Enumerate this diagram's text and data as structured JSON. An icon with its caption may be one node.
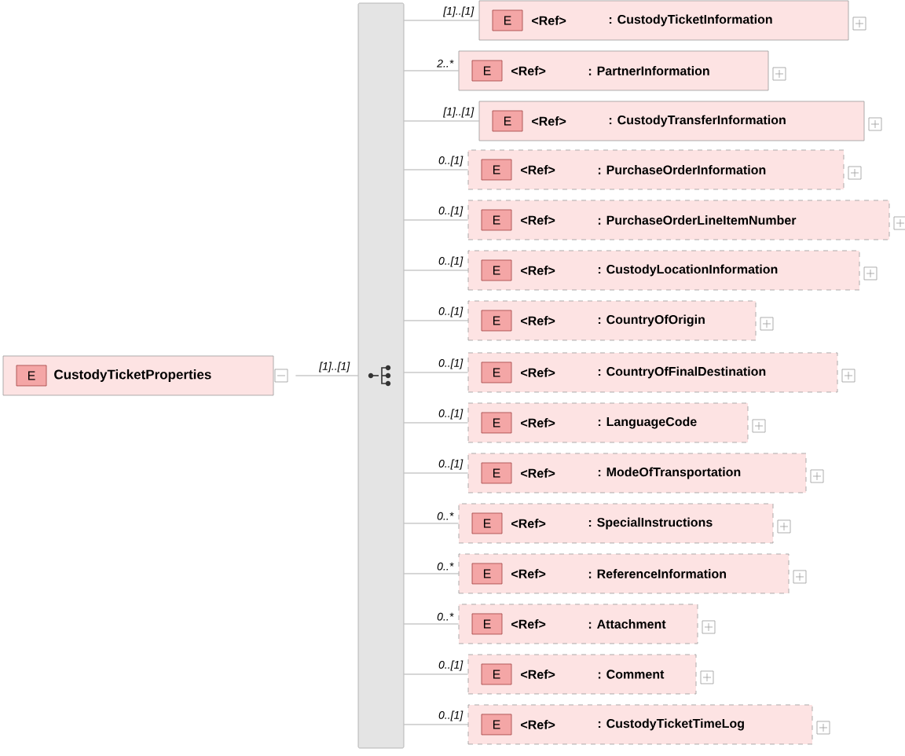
{
  "diagram": {
    "nodes": [
      {
        "text": [
          "E",
          "CustodyTicketProperties"
        ]
      },
      {
        "text": [],
        "shape": "bar"
      },
      {
        "text": [
          "E",
          "<Ref>",
          ": CustodyTicketInformation"
        ]
      },
      {
        "text": [
          "E",
          "<Ref>",
          ": PartnerInformation"
        ]
      },
      {
        "text": [
          "E",
          "<Ref>",
          ": CustodyTransferInformation"
        ]
      },
      {
        "text": [
          "E",
          "<Ref>",
          ": PurchaseOrderInformation"
        ]
      },
      {
        "text": [
          "E",
          "<Ref>",
          ": PurchaseOrderLineItemNumber"
        ]
      },
      {
        "text": [
          "E",
          "<Ref>",
          ": CustodyLocationInformation"
        ]
      },
      {
        "text": [
          "E",
          "<Ref>",
          ": CountryOfOrigin"
        ]
      },
      {
        "text": [
          "E",
          "<Ref>",
          ": CountryOfFinalDestination"
        ]
      },
      {
        "text": [
          "E",
          "<Ref>",
          ": LanguageCode"
        ]
      },
      {
        "text": [
          "E",
          "<Ref>",
          ": ModeOfTransportation"
        ]
      },
      {
        "text": [
          "E",
          "<Ref>",
          ": SpecialInstructions"
        ]
      },
      {
        "text": [
          "E",
          "<Ref>",
          ": ReferenceInformation"
        ]
      },
      {
        "text": [
          "E",
          "<Ref>",
          ": Attachment"
        ]
      },
      {
        "text": [
          "E",
          "<Ref>",
          ": Comment"
        ]
      },
      {
        "text": [
          "E",
          "<Ref>",
          ": CustodyTicketTimeLog"
        ]
      }
    ],
    "edges": [
      {
        "from": 0,
        "to": 1,
        "arrow": "none",
        "label": "[1]..[1]"
      },
      {
        "from": 1,
        "to": 2,
        "arrow": "none",
        "label": "[1]..[1]"
      },
      {
        "from": 1,
        "to": 3,
        "arrow": "none",
        "label": "2..*"
      },
      {
        "from": 1,
        "to": 4,
        "arrow": "none",
        "label": "[1]..[1]"
      },
      {
        "from": 1,
        "to": 5,
        "arrow": "none",
        "label": "0..[1]"
      },
      {
        "from": 1,
        "to": 6,
        "arrow": "none",
        "label": "0..[1]"
      },
      {
        "from": 1,
        "to": 7,
        "arrow": "none",
        "label": "0..[1]"
      },
      {
        "from": 1,
        "to": 8,
        "arrow": "none",
        "label": "0..[1]"
      },
      {
        "from": 1,
        "to": 9,
        "arrow": "none",
        "label": "0..[1]"
      },
      {
        "from": 1,
        "to": 10,
        "arrow": "none",
        "label": "0..[1]"
      },
      {
        "from": 1,
        "to": 11,
        "arrow": "none",
        "label": "0..[1]"
      },
      {
        "from": 1,
        "to": 12,
        "arrow": "none",
        "label": "0..*"
      },
      {
        "from": 1,
        "to": 13,
        "arrow": "none",
        "label": "0..*"
      },
      {
        "from": 1,
        "to": 14,
        "arrow": "none",
        "label": "0..*"
      },
      {
        "from": 1,
        "to": 15,
        "arrow": "none",
        "label": "0..[1]"
      },
      {
        "from": 1,
        "to": 16,
        "arrow": "none",
        "label": "0..[1]"
      }
    ]
  }
}
